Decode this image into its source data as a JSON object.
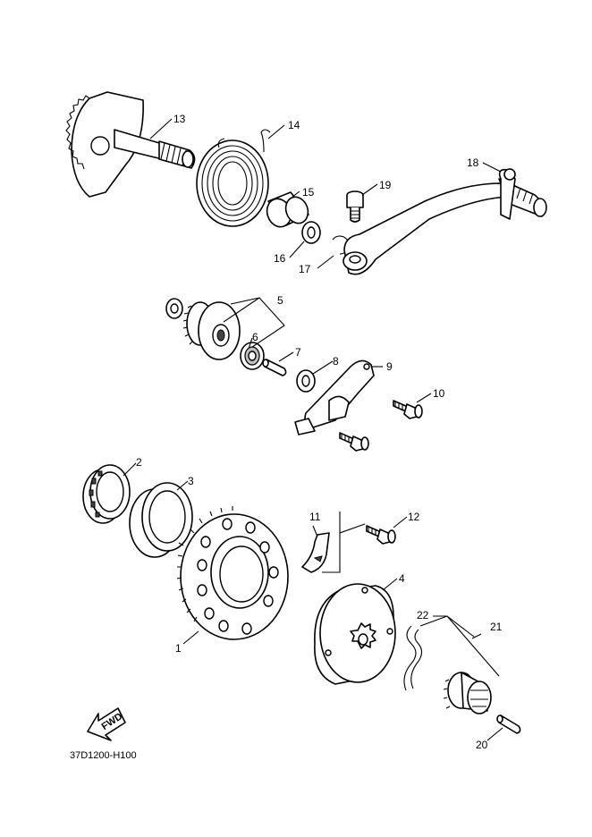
{
  "callouts": [
    {
      "id": "p1",
      "text": "1"
    },
    {
      "id": "p2",
      "text": "2"
    },
    {
      "id": "p3",
      "text": "3"
    },
    {
      "id": "p4",
      "text": "4"
    },
    {
      "id": "p5",
      "text": "5"
    },
    {
      "id": "p6",
      "text": "6"
    },
    {
      "id": "p7",
      "text": "7"
    },
    {
      "id": "p8",
      "text": "8"
    },
    {
      "id": "p9",
      "text": "9"
    },
    {
      "id": "p10",
      "text": "10"
    },
    {
      "id": "p11",
      "text": "11"
    },
    {
      "id": "p12",
      "text": "12"
    },
    {
      "id": "p13",
      "text": "13"
    },
    {
      "id": "p14",
      "text": "14"
    },
    {
      "id": "p15",
      "text": "15"
    },
    {
      "id": "p16",
      "text": "16"
    },
    {
      "id": "p17",
      "text": "17"
    },
    {
      "id": "p18",
      "text": "18"
    },
    {
      "id": "p19",
      "text": "19"
    },
    {
      "id": "p20",
      "text": "20"
    },
    {
      "id": "p21",
      "text": "21"
    },
    {
      "id": "p22",
      "text": "22"
    }
  ],
  "fwd_badge": "FWD",
  "diagram_code": "37D1200-H100"
}
